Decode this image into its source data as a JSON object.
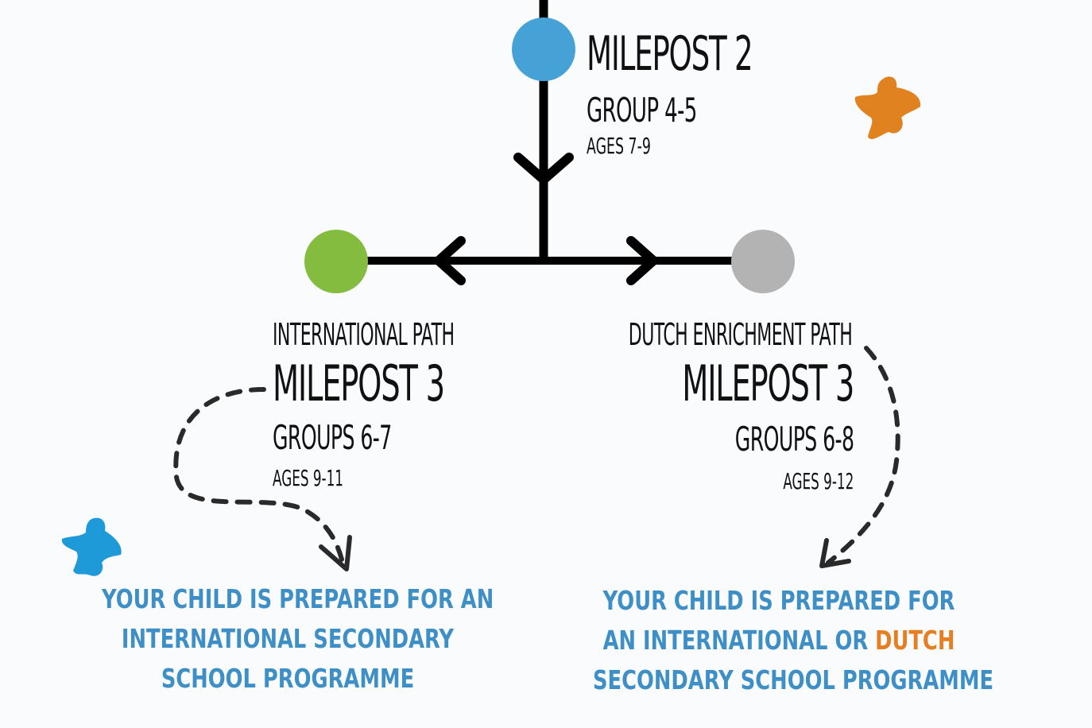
{
  "milepost2": {
    "title": "MILEPOST 2",
    "group": "GROUP 4-5",
    "ages": "AGES 7-9"
  },
  "international": {
    "path_label": "INTERNATIONAL PATH",
    "title": "MILEPOST 3",
    "groups": "GROUPS 6-7",
    "ages": "AGES 9-11",
    "note_lines": [
      "YOUR CHILD IS PREPARED FOR AN",
      "INTERNATIONAL SECONDARY",
      "SCHOOL PROGRAMME"
    ]
  },
  "dutch": {
    "path_label": "DUTCH ENRICHMENT PATH",
    "title": "MILEPOST 3",
    "groups": "GROUPS 6-8",
    "ages": "AGES 9-12",
    "note_line1": "YOUR CHILD IS PREPARED FOR",
    "note_line2_a": "AN INTERNATIONAL OR ",
    "note_line2_b": "DUTCH",
    "note_line3": "SECONDARY SCHOOL PROGRAMME"
  },
  "colors": {
    "blue_node": "#46a2d6",
    "green_node": "#84bc3f",
    "grey_node": "#b3b3b3",
    "note_text": "#3d8fc6",
    "accent_orange": "#e67e22",
    "star_orange": "#e0821f",
    "star_blue": "#1f9ad9"
  }
}
